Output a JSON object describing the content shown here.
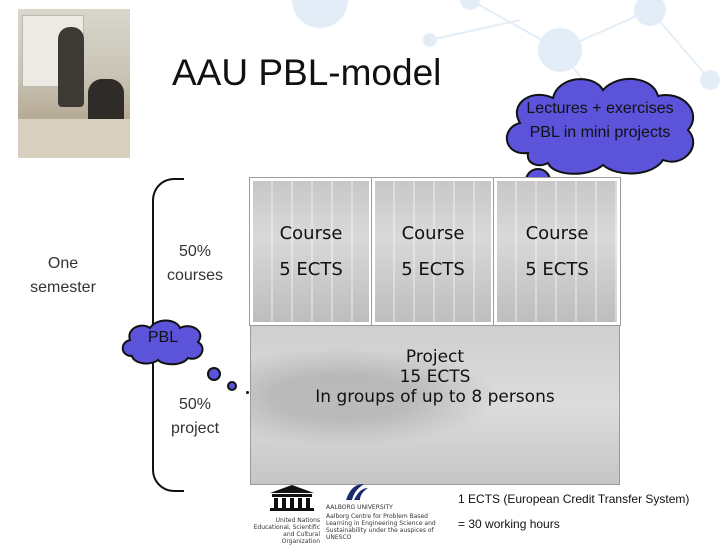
{
  "title": "AAU PBL-model",
  "cloud_lectures": {
    "line1": "Lectures + exercises",
    "line2": "PBL in mini projects"
  },
  "left_labels": {
    "semester_line1": "One",
    "semester_line2": "semester",
    "courses_percent": "50%",
    "courses_word": "courses",
    "pbl": "PBL",
    "project_percent": "50%",
    "project_word": "project"
  },
  "courses": [
    {
      "name": "Course",
      "ects": "5 ECTS"
    },
    {
      "name": "Course",
      "ects": "5 ECTS"
    },
    {
      "name": "Course",
      "ects": "5 ECTS"
    }
  ],
  "project": {
    "line1": "Project",
    "line2": "15 ECTS",
    "line3": "In groups of up to 8 persons"
  },
  "footer": {
    "ects_definition": "1 ECTS (European Credit Transfer System)",
    "ects_hours": "= 30 working hours",
    "unesco_wordmark": "UNESCO",
    "unesco_caption": "United Nations Educational, Scientific and Cultural Organization",
    "aau_caption": "AALBORG UNIVERSITY",
    "aau_center": "Aalborg Centre for Problem Based Learning in Engineering Science and Sustainability under the auspices of UNESCO"
  },
  "colors": {
    "bubble": "#5b53d9",
    "network": "#dceaf6"
  }
}
